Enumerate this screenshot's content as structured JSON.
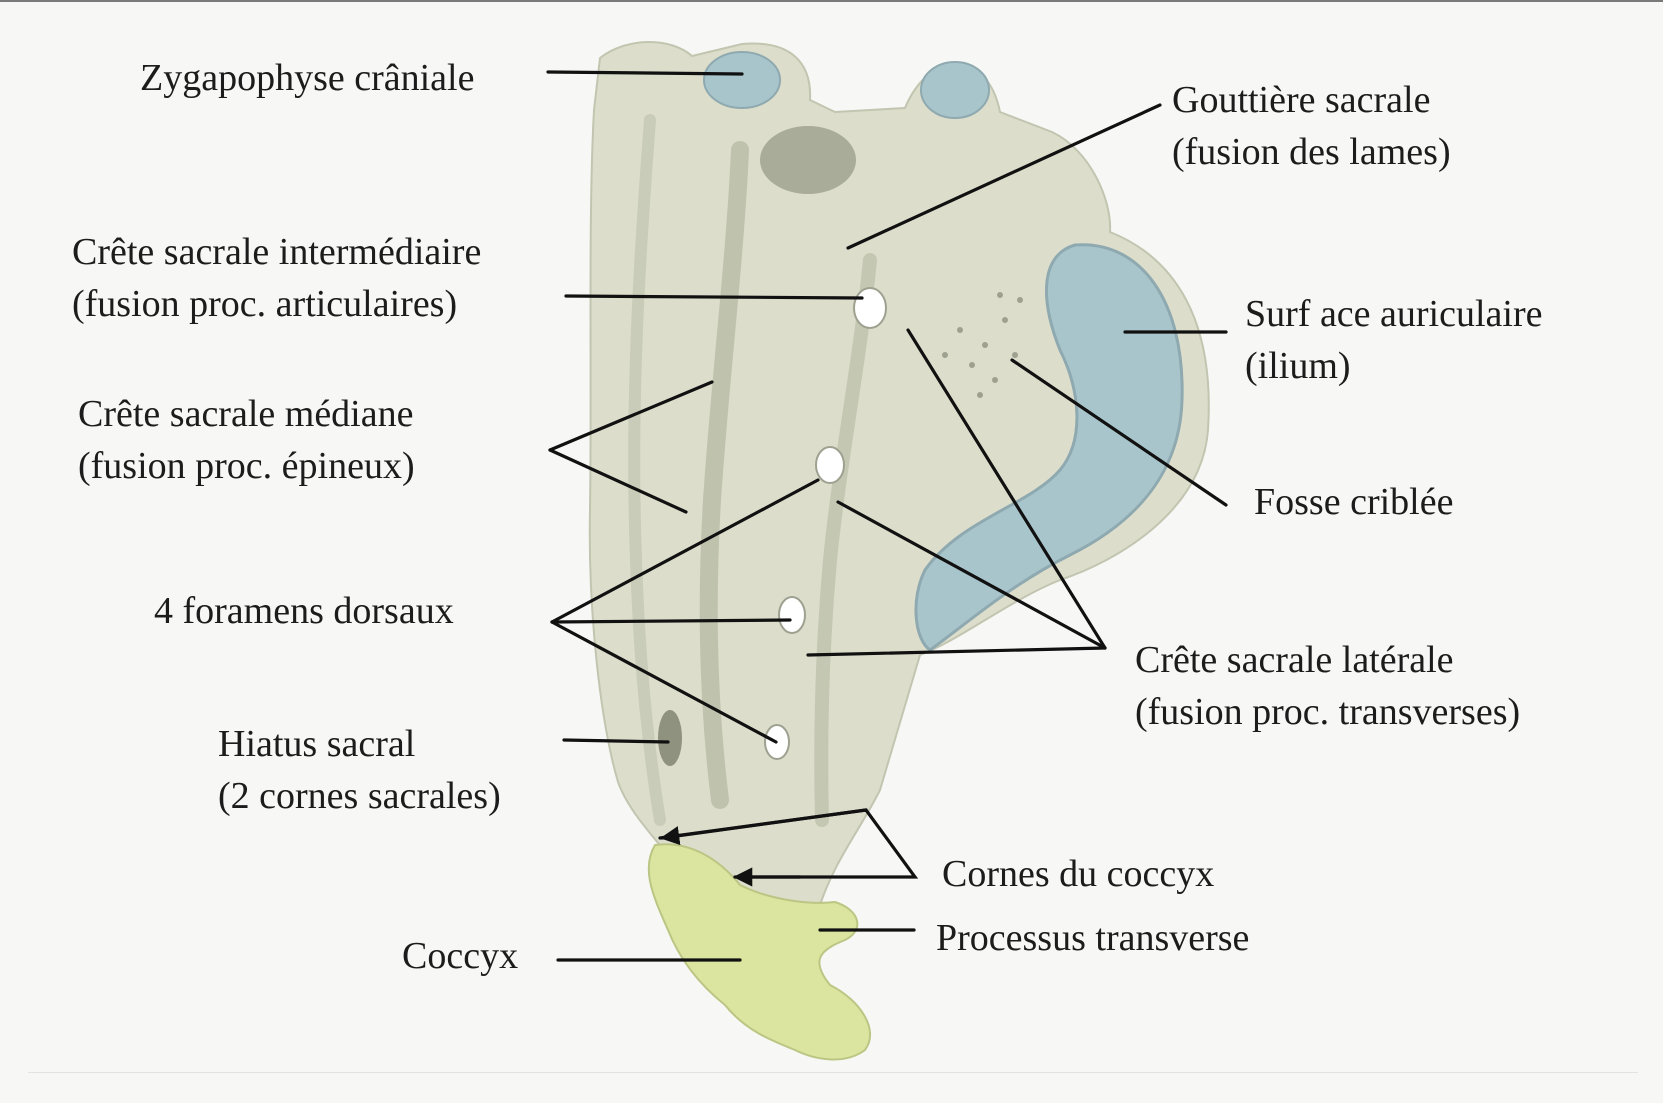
{
  "colors": {
    "background": "#f7f8f5",
    "bone": "#dcdecb",
    "bone_shadow": "#b9bca7",
    "articular_surface": "#a9c5cc",
    "coccyx": "#dbe5a0",
    "leader_line": "#111111"
  },
  "labels": {
    "zygapophyse": {
      "line1": "Zygapophyse crâniale"
    },
    "gouttiere": {
      "line1": "Gouttière sacrale",
      "line2": "(fusion des lames)"
    },
    "crete_intermediaire": {
      "line1": "Crête sacrale intermédiaire",
      "line2": "(fusion proc. articulaires)"
    },
    "surface_auriculaire": {
      "line1": "Surf ace auriculaire",
      "line2": "(ilium)"
    },
    "crete_mediane": {
      "line1": "Crête sacrale médiane",
      "line2": "(fusion proc. épineux)"
    },
    "fosse_criblee": {
      "line1": "Fosse criblée"
    },
    "foramens": {
      "line1": "4 foramens dorsaux"
    },
    "crete_laterale": {
      "line1": "Crête sacrale latérale",
      "line2": "(fusion proc. transverses)"
    },
    "hiatus": {
      "line1": "Hiatus sacral",
      "line2": "(2 cornes sacrales)"
    },
    "cornes_coccyx": {
      "line1": "Cornes du coccyx"
    },
    "processus_transverse": {
      "line1": "Processus transverse"
    },
    "coccyx": {
      "line1": "Coccyx"
    }
  }
}
